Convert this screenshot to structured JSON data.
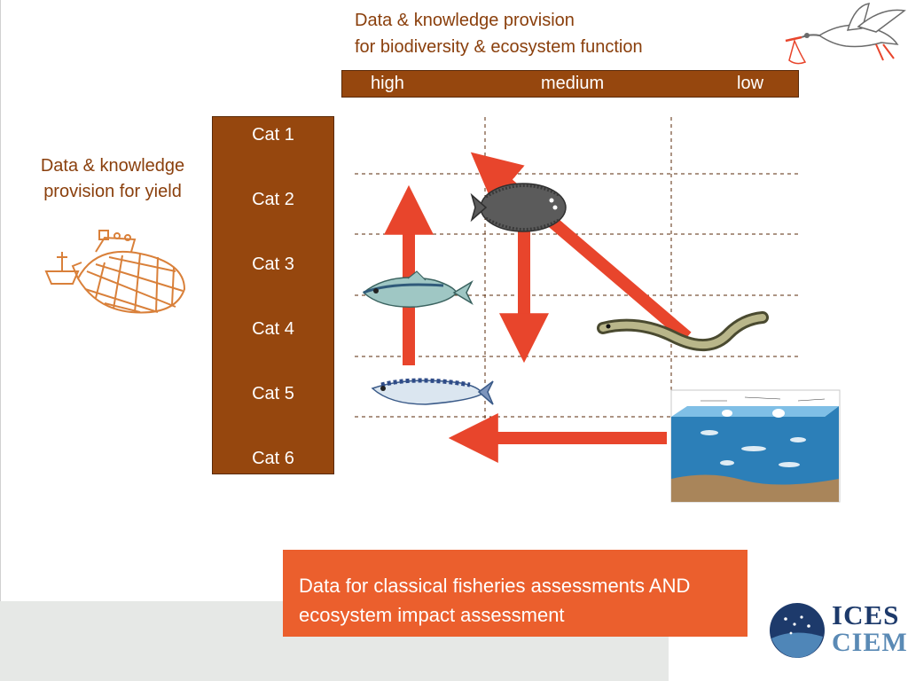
{
  "top_title": {
    "line1": "Data & knowledge provision",
    "line2": "for biodiversity & ecosystem function"
  },
  "scale": {
    "high": "high",
    "medium": "medium",
    "low": "low"
  },
  "yield_title": {
    "line1": "Data & knowledge",
    "line2": "provision for yield"
  },
  "categories": [
    "Cat 1",
    "Cat 2",
    "Cat 3",
    "Cat 4",
    "Cat 5",
    "Cat 6"
  ],
  "bottom_box": {
    "line1": "Data for classical fisheries assessments AND",
    "line2": "ecosystem impact assessment"
  },
  "logo": {
    "line1": "ICES",
    "line2": "CIEM"
  },
  "colors": {
    "brown": "#96470e",
    "title_text": "#8a3f0c",
    "arrow": "#e8452c",
    "box": "#eb5f2d",
    "navy": "#1d3a6b"
  }
}
